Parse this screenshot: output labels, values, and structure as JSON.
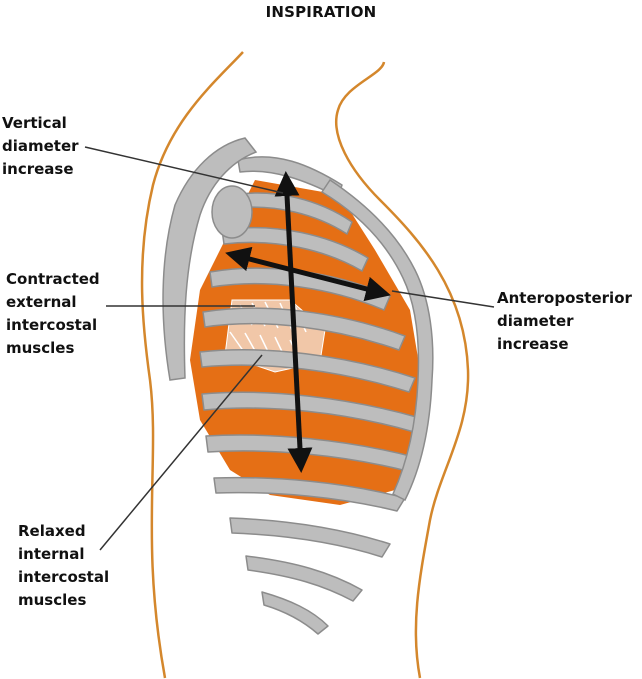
{
  "title": "INSPIRATION",
  "labels": {
    "vertical": [
      "Vertical",
      "diameter",
      "increase"
    ],
    "external": [
      "Contracted",
      "external",
      "intercostal",
      "muscles"
    ],
    "anteroposterior": [
      "Anteroposterior",
      "diameter",
      "increase"
    ],
    "internal": [
      "Relaxed",
      "internal",
      "intercostal",
      "muscles"
    ]
  },
  "colors": {
    "body_outline": "#d4872c",
    "bone": "#bdbdbd",
    "bone_edge": "#8c8c8c",
    "muscle": "#e56f15",
    "external_muscle": "#f1c7a8",
    "arrow": "#111111"
  }
}
